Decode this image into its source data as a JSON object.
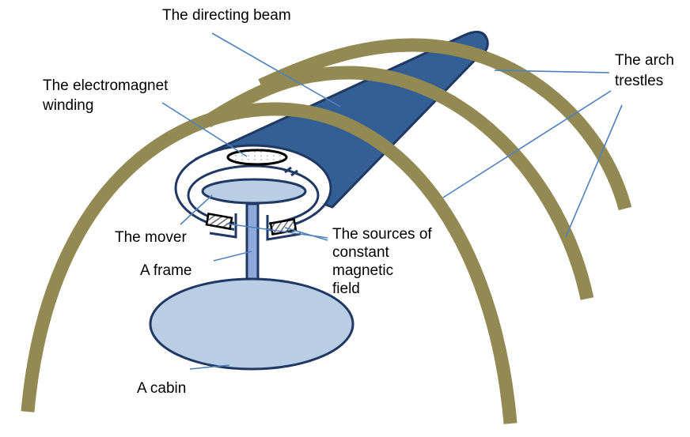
{
  "labels": {
    "beam": "The directing beam",
    "winding_1": "The electromagnet",
    "winding_2": "winding",
    "arch_1": "The arch",
    "arch_2": "trestles",
    "mover": "The mover",
    "frame": "A frame",
    "sources_1": "The sources of",
    "sources_2": "constant",
    "sources_3": "magnetic",
    "sources_4": "field",
    "cabin": "A cabin"
  },
  "colors": {
    "arch": "#938953",
    "beam": "#345f94",
    "outline": "#1f3864",
    "light": "#b9cde5",
    "leader": "#4f81bd"
  }
}
